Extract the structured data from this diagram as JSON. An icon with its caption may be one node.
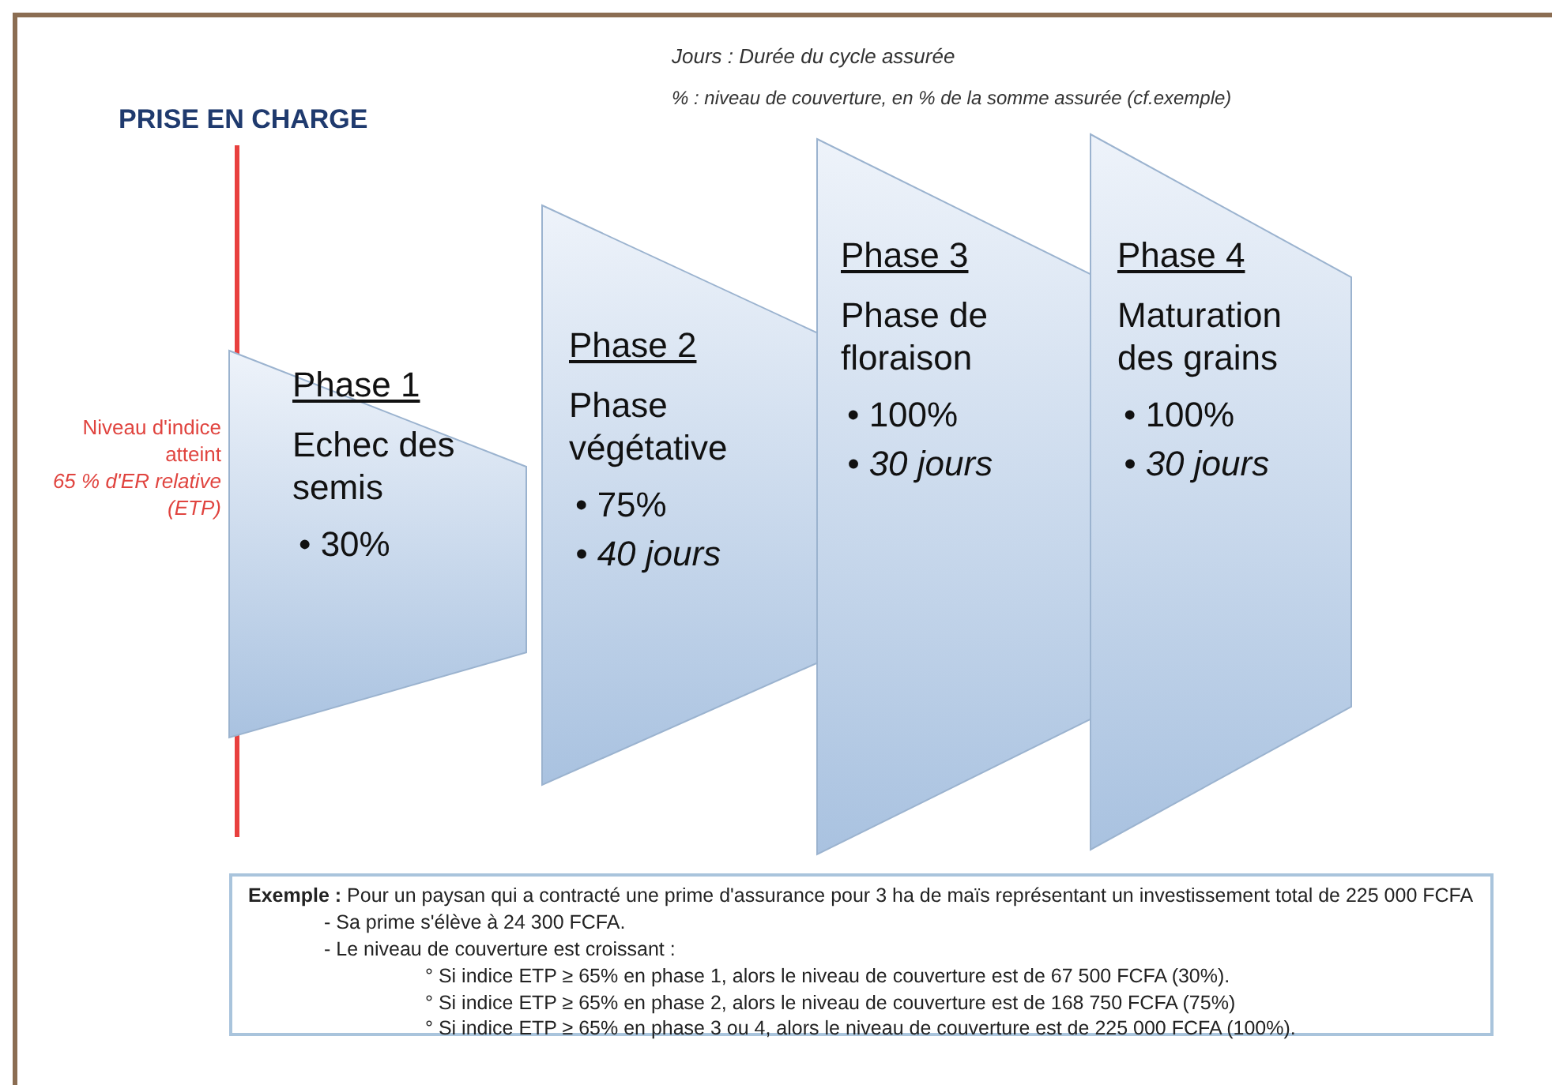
{
  "diagram": {
    "nodes": [
      {
        "text": [
          "Phase 1",
          "Echec des semis",
          "• 30%"
        ]
      },
      {
        "text": [
          "Phase 2",
          "Phase végétative",
          "• 75%",
          "• 40 jours"
        ]
      },
      {
        "text": [
          "Phase 3",
          "Phase de floraison",
          "• 100%",
          "• 30 jours"
        ]
      },
      {
        "text": [
          "Phase 4",
          "Maturation des grains",
          "• 100%",
          "• 30 jours"
        ]
      },
      {
        "text": [
          "**Exemple :** Pour un paysan qui a contracté une prime d'assurance pour 3 ha de maïs représentant un investissement total de 225 000 FCFA",
          "- Sa prime s'élève à 24 300 FCFA.",
          "- Le niveau de couverture est croissant :",
          "° Si indice ETP ≥ 65% en phase 1, alors le niveau de couverture est de 67 500 FCFA (30%).",
          "° Si indice ETP ≥ 65% en phase 2, alors le niveau de couverture est de 168 750 FCFA (75%)",
          "° Si indice ETP ≥ 65% en phase 3 ou 4, alors le niveau de couverture est de 225 000 FCFA (100%)."
        ]
      }
    ],
    "edges": [],
    "labels": [
      "Jours : Durée du cycle assurée",
      "% : niveau de couverture, en % de la somme assurée (cf.exemple)",
      "PRISE EN CHARGE",
      "Niveau d'indice atteint",
      "65 % d'ER relative (ETP)"
    ]
  }
}
